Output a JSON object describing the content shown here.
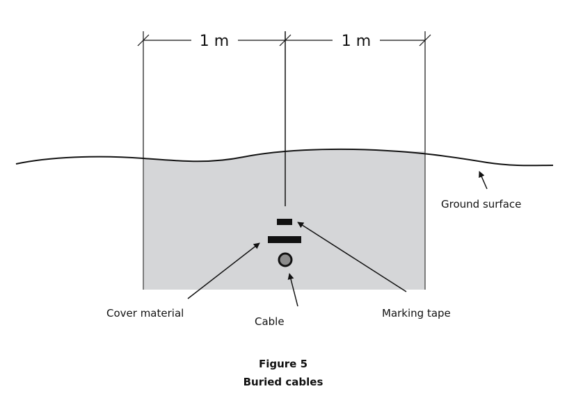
{
  "diagram": {
    "dimensions": {
      "left_span": "1 m",
      "right_span": "1 m"
    },
    "labels": {
      "ground_surface": "Ground surface",
      "cover_material": "Cover material",
      "cable": "Cable",
      "marking_tape": "Marking tape"
    },
    "caption": {
      "figure": "Figure 5",
      "title": "Buried cables"
    },
    "colors": {
      "trench_fill": "#d5d6d8",
      "ink": "#111111",
      "cable_fill": "#8c8c8c"
    }
  }
}
